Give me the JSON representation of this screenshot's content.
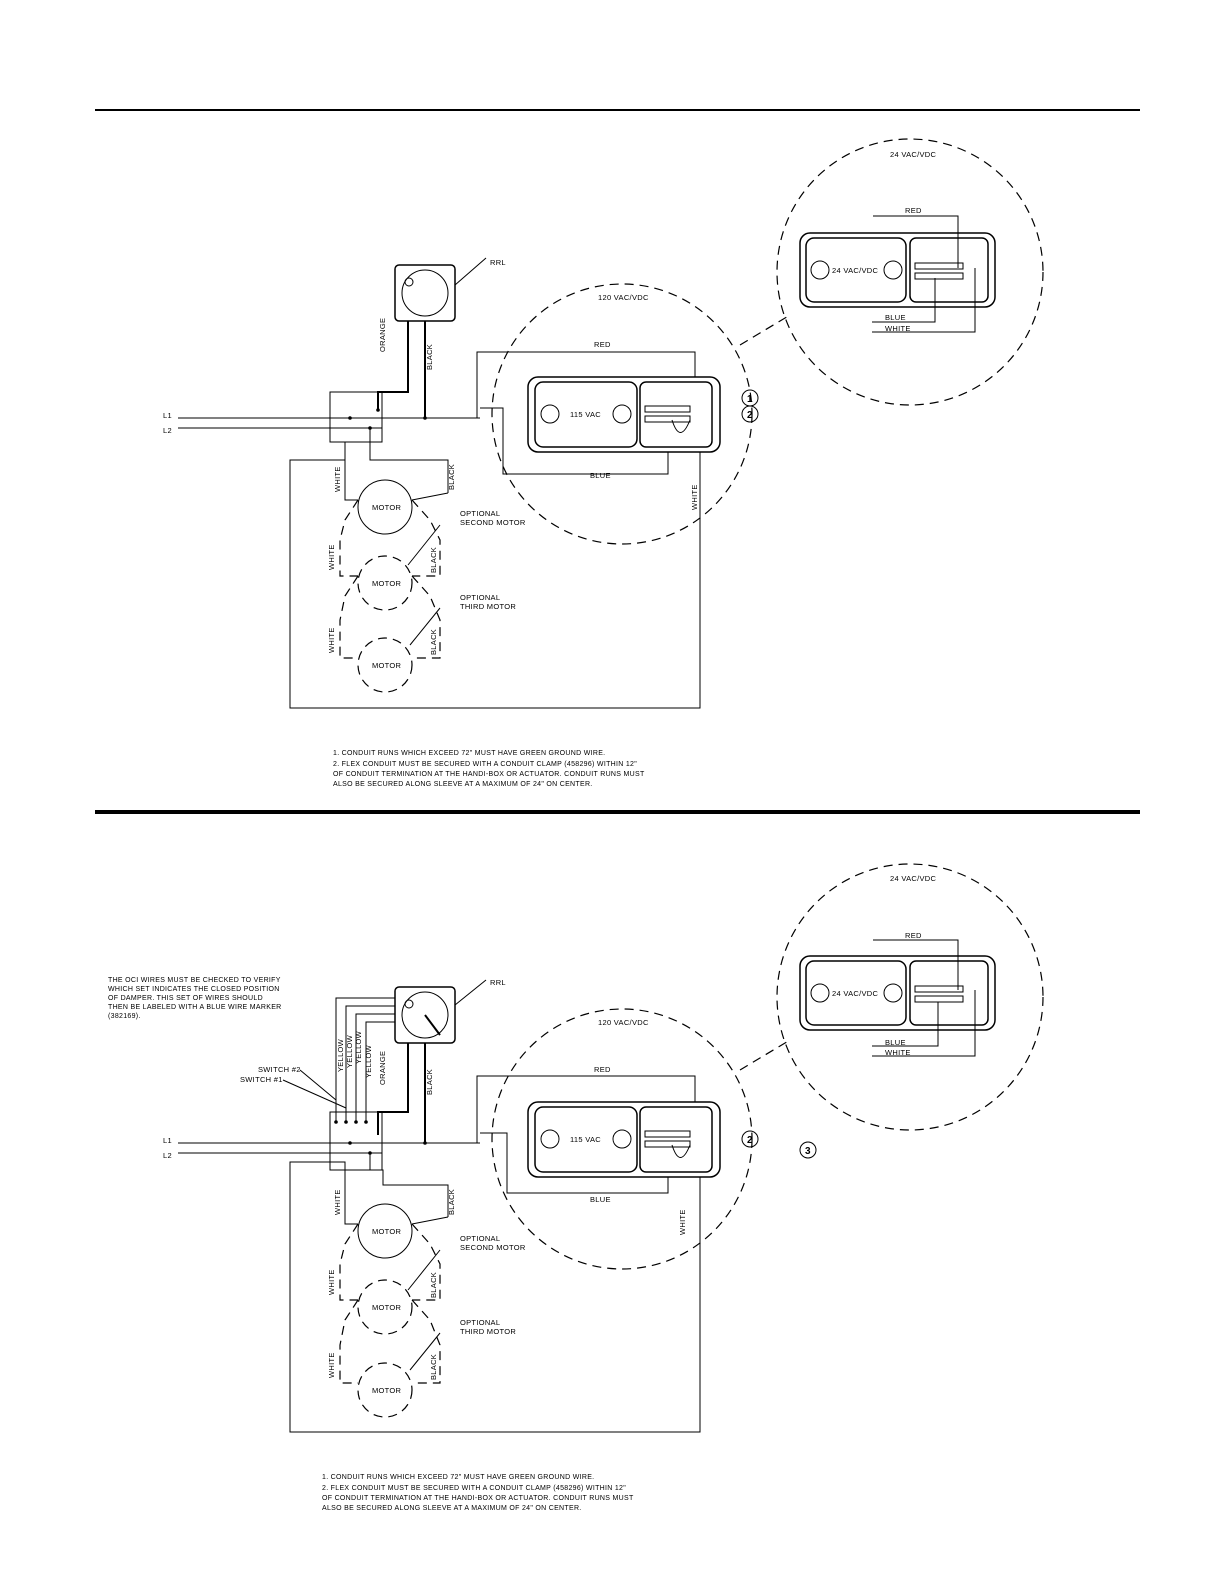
{
  "labels": {
    "l1": "L1",
    "l2": "L2",
    "rrl": "RRL",
    "orange": "ORANGE",
    "black": "BLACK",
    "white": "WHITE",
    "red": "RED",
    "blue": "BLUE",
    "yellow": "YELLOW",
    "motor": "MOTOR",
    "optional_second_1": "OPTIONAL",
    "optional_second_2": "SECOND MOTOR",
    "optional_third_1": "OPTIONAL",
    "optional_third_2": "THIRD MOTOR",
    "vac120": "120 VAC/VDC",
    "vac24": "24 VAC/VDC",
    "vac115": "115 VAC",
    "switch2": "SWITCH #2",
    "switch1": "SWITCH #1"
  },
  "callouts": {
    "one": "1",
    "two": "2",
    "three": "3"
  },
  "notes": {
    "line1": "1. CONDUIT RUNS WHICH EXCEED 72\" MUST HAVE GREEN GROUND WIRE.",
    "line2": "2. FLEX CONDUIT MUST BE SECURED WITH A CONDUIT CLAMP (458296) WITHIN 12\"",
    "line3": "OF CONDUIT TERMINATION AT THE HANDI-BOX OR ACTUATOR. CONDUIT RUNS MUST",
    "line4": "ALSO BE SECURED ALONG SLEEVE AT A MAXIMUM OF 24\" ON CENTER."
  },
  "oci_note": {
    "line1": "THE OCI WIRES MUST BE CHECKED TO VERIFY",
    "line2": "WHICH SET INDICATES THE CLOSED POSITION",
    "line3": "OF DAMPER. THIS SET OF WIRES SHOULD",
    "line4": "THEN BE LABELED WITH A BLUE WIRE MARKER",
    "line5": "(382169)."
  }
}
